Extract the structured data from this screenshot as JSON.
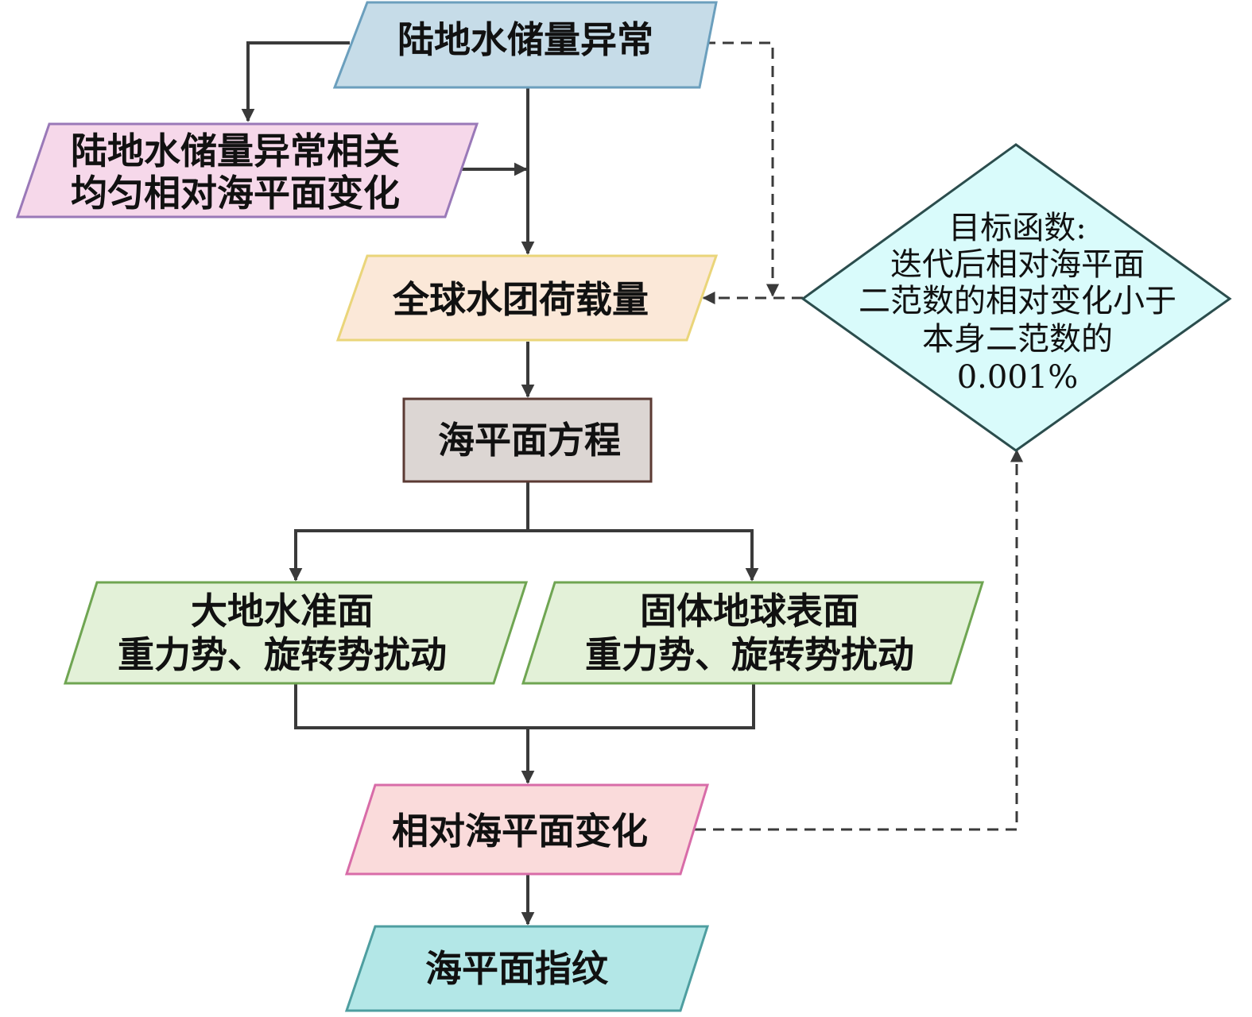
{
  "nodes": {
    "tws_anomaly": {
      "label": "陆地水储量异常",
      "fill": "#c6dce8",
      "stroke": "#6b9fbd"
    },
    "barystatic": {
      "line1": "陆地水储量异常相关",
      "line2": "均匀相对海平面变化",
      "fill": "#f6d8ea",
      "stroke": "#9a79b8"
    },
    "global_load": {
      "label": "全球水团荷载量",
      "fill": "#fbe8d8",
      "stroke": "#ead57a"
    },
    "sea_level_equation": {
      "label": "海平面方程",
      "fill": "#dcd6d3",
      "stroke": "#5b3a33"
    },
    "geoid": {
      "line1": "大地水准面",
      "line2": "重力势、旋转势扰动",
      "fill": "#e3f1d8",
      "stroke": "#6fa552"
    },
    "solid_earth": {
      "line1": "固体地球表面",
      "line2": "重力势、旋转势扰动",
      "fill": "#e3f1d8",
      "stroke": "#6fa552"
    },
    "relative_sea_level": {
      "label": "相对海平面变化",
      "fill": "#fadbdb",
      "stroke": "#d86ca8"
    },
    "fingerprint": {
      "label": "海平面指纹",
      "fill": "#b3e7e7",
      "stroke": "#4e9ea0"
    },
    "objective": {
      "line1": "目标函数:",
      "line2": "迭代后相对海平面",
      "line3": "二范数的相对变化小于",
      "line4": "本身二范数的",
      "line5": "0.001%",
      "fill": "#d9fbfb",
      "stroke": "#2b4d4d"
    }
  },
  "colors": {
    "edge": "#3a3a3a"
  }
}
